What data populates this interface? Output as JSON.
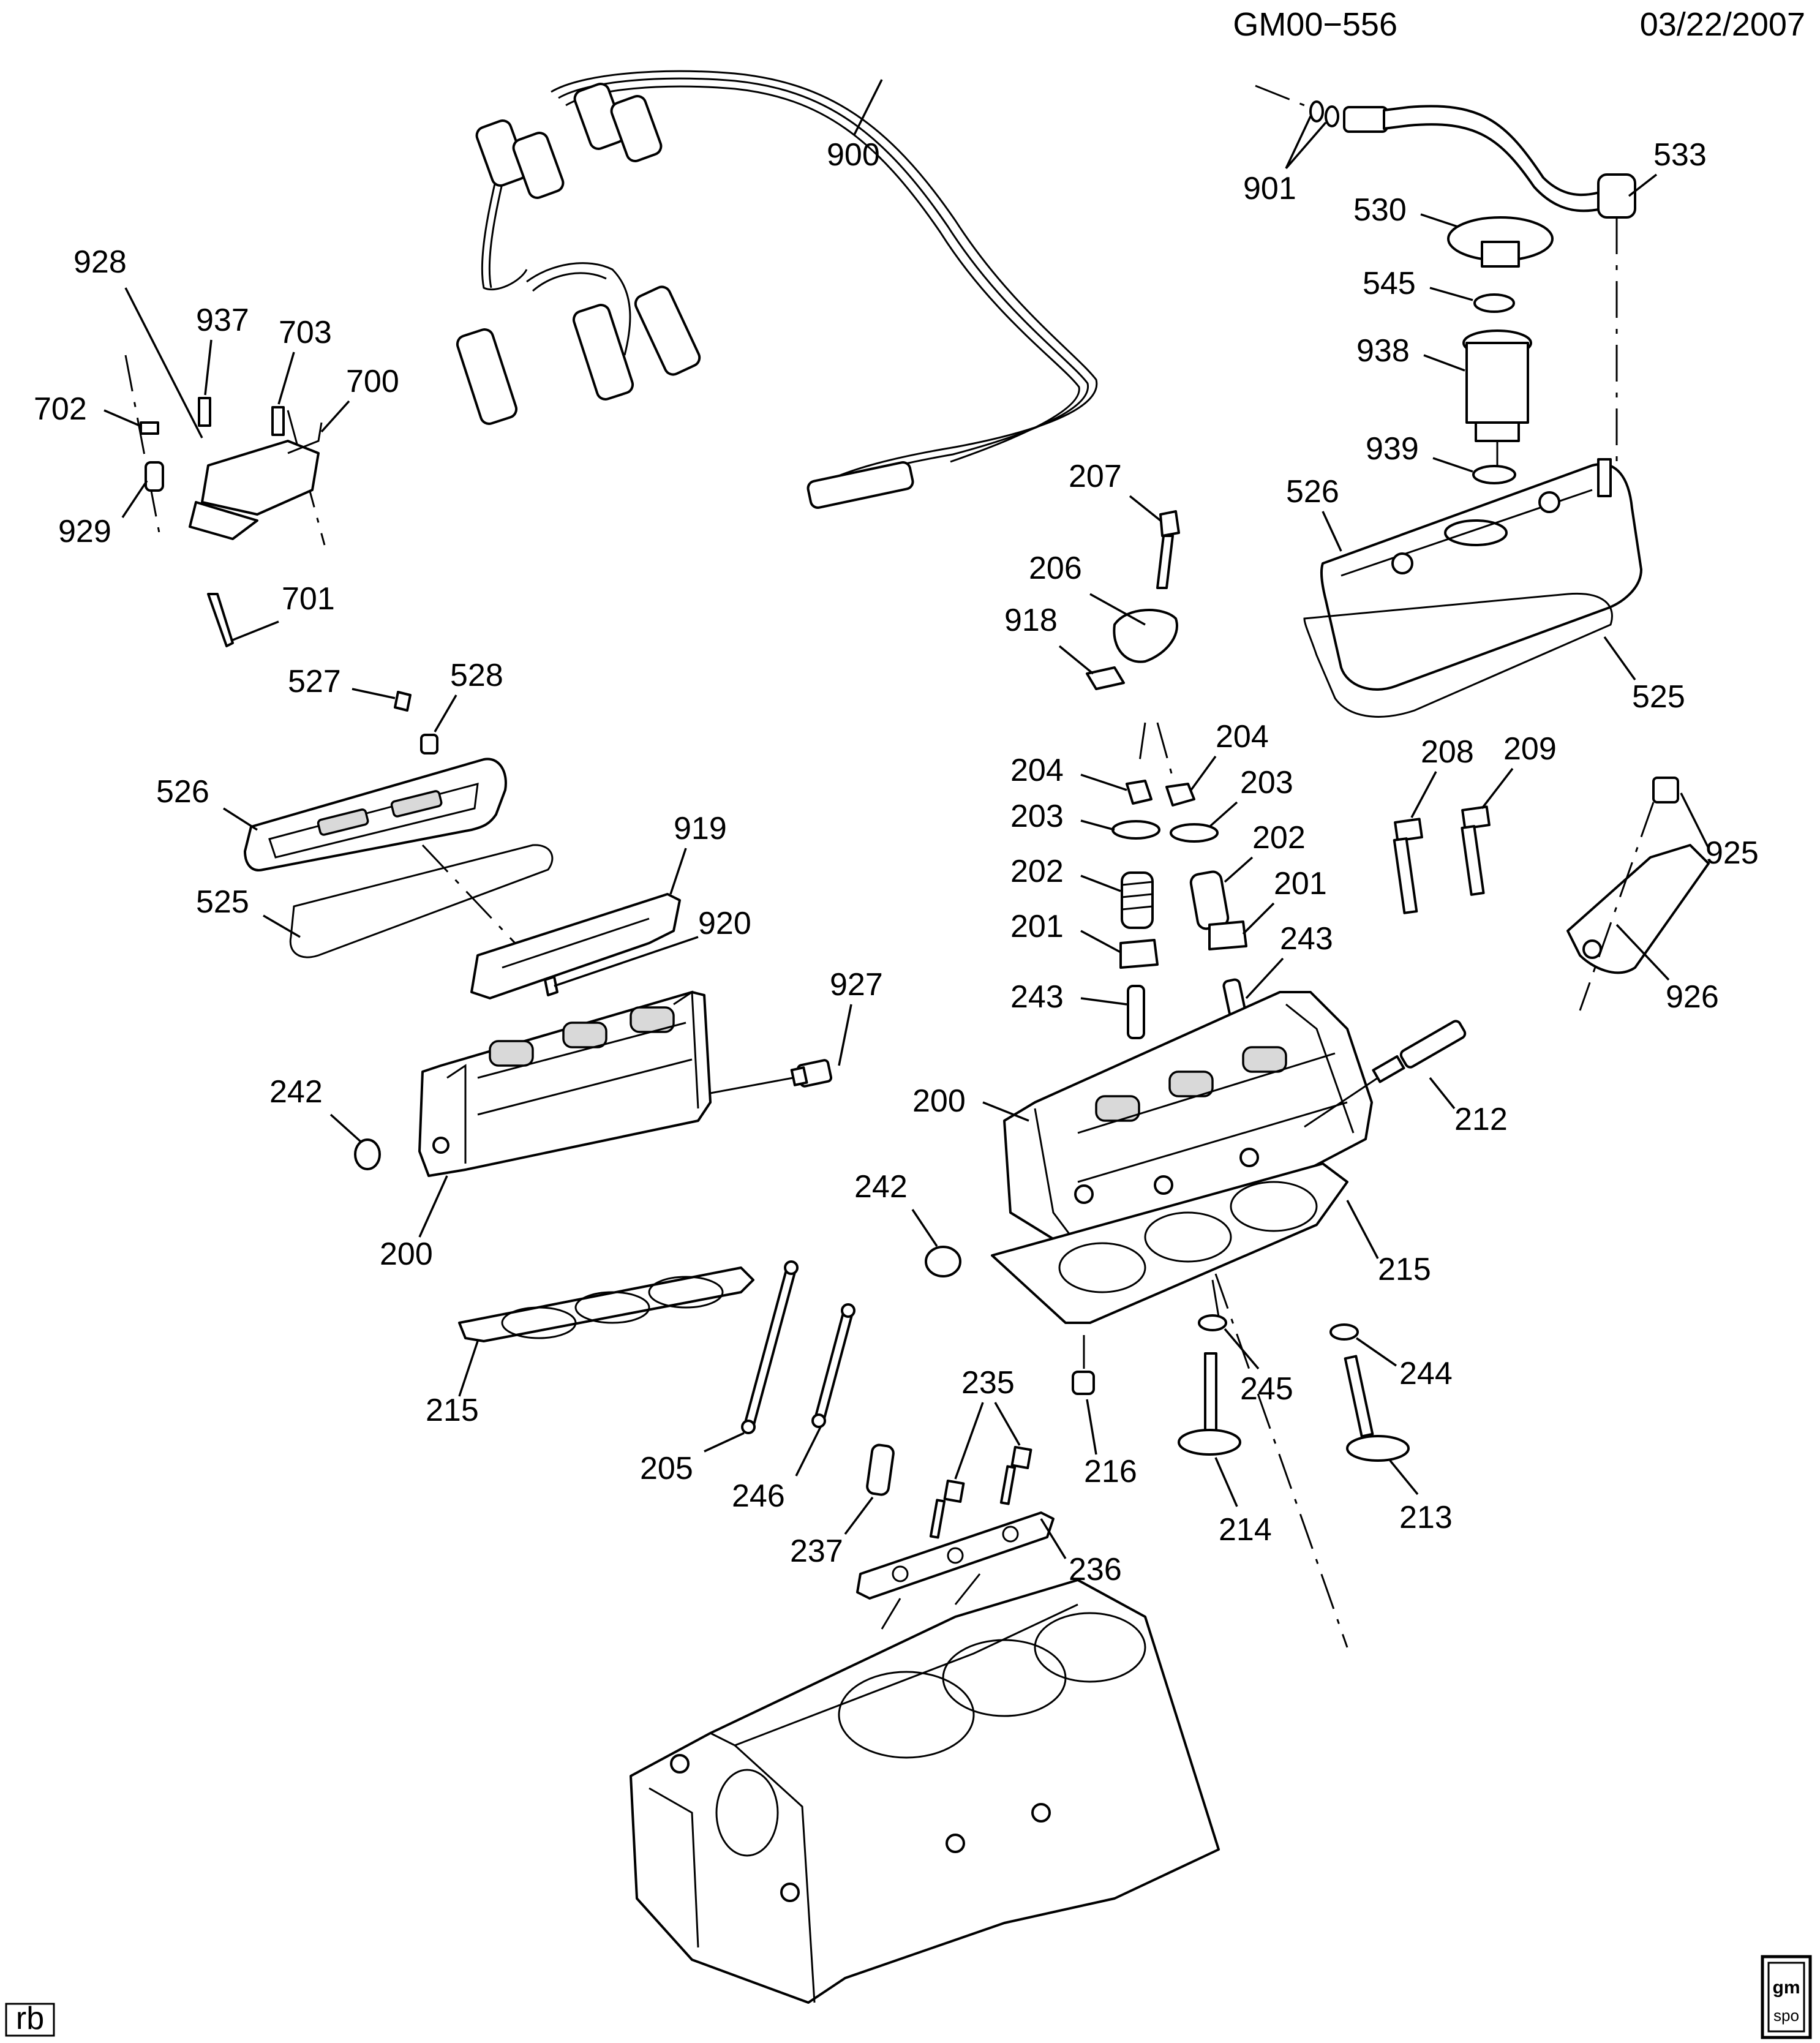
{
  "header": {
    "drawing_id": "GM00−556",
    "date": "03/22/2007"
  },
  "footer": {
    "initials": "rb",
    "logo_text_top": "gm",
    "logo_text_bottom": "spo"
  },
  "callouts": {
    "c928": "928",
    "c937": "937",
    "c703": "703",
    "c700": "700",
    "c702": "702",
    "c929": "929",
    "c701": "701",
    "c900": "900",
    "c901": "901",
    "c533": "533",
    "c530": "530",
    "c545": "545",
    "c938": "938",
    "c939": "939",
    "c526r": "526",
    "c525r": "525",
    "c207": "207",
    "c206": "206",
    "c918": "918",
    "c204a": "204",
    "c204b": "204",
    "c203a": "203",
    "c203b": "203",
    "c202a": "202",
    "c202b": "202",
    "c201a": "201",
    "c201b": "201",
    "c243a": "243",
    "c243b": "243",
    "c208": "208",
    "c209": "209",
    "c925": "925",
    "c926": "926",
    "c527": "527",
    "c528": "528",
    "c526l": "526",
    "c525l": "525",
    "c919": "919",
    "c920": "920",
    "c927": "927",
    "c242l": "242",
    "c200l": "200",
    "c200r": "200",
    "c242r": "242",
    "c212": "212",
    "c215r": "215",
    "c215l": "215",
    "c244": "244",
    "c245": "245",
    "c216": "216",
    "c214": "214",
    "c213": "213",
    "c205": "205",
    "c246": "246",
    "c235": "235",
    "c237": "237",
    "c236": "236"
  }
}
